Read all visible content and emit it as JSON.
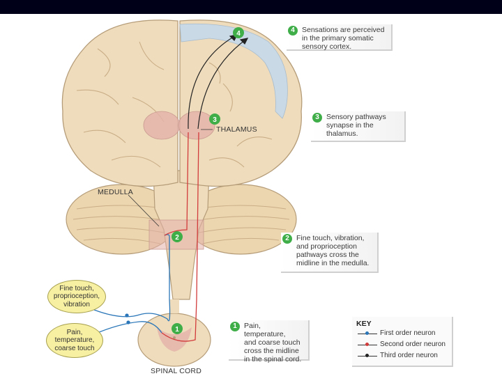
{
  "callouts": [
    {
      "num": "4",
      "text": "Sensations are perceived\nin the primary somatic\nsensory cortex."
    },
    {
      "num": "3",
      "text": "Sensory pathways\nsynapse in the\nthalamus."
    },
    {
      "num": "2",
      "text": "Fine touch, vibration,\nand proprioception\npathways cross the\nmidline in the medulla."
    },
    {
      "num": "1",
      "text": "Pain, temperature,\nand coarse touch\ncross the midline\nin the spinal cord."
    }
  ],
  "markers": {
    "m4": "4",
    "m3": "3",
    "m2": "2",
    "m1": "1"
  },
  "labels": {
    "thalamus": "THALAMUS",
    "medulla": "MEDULLA",
    "spinal_cord": "SPINAL CORD"
  },
  "receptors": {
    "fine_touch": "Fine touch,\nproprioception,\nvibration",
    "pain": "Pain,\ntemperature,\ncoarse touch"
  },
  "key": {
    "title": "KEY",
    "items": [
      {
        "label": "First order neuron",
        "color": "#2a76b8"
      },
      {
        "label": "Second order neuron",
        "color": "#d23b3b"
      },
      {
        "label": "Third order neuron",
        "color": "#222222"
      }
    ]
  },
  "colors": {
    "brain": "#efdcbc",
    "brain_outline": "#b59c78",
    "cortex": "#c9d9e6",
    "thalamus": "#e3b1a9",
    "marker": "#3fae49"
  }
}
